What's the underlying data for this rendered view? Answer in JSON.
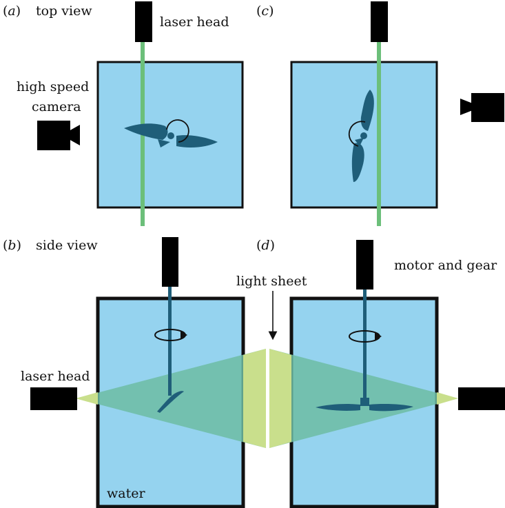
{
  "panels": {
    "a": {
      "letter": "a",
      "title": "top view"
    },
    "b": {
      "letter": "b",
      "title": "side view"
    },
    "c": {
      "letter": "c"
    },
    "d": {
      "letter": "d"
    }
  },
  "labels": {
    "laser_head_top": "laser head",
    "camera_line1": "high speed",
    "camera_line2": "camera",
    "laser_head_side": "laser head",
    "light_sheet": "light sheet",
    "motor_gear": "motor and gear",
    "water": "water"
  },
  "colors": {
    "water": "#95d3ef",
    "frame": "#111111",
    "laser_beam": "#6cbf7a",
    "light_sheet": "#c9df8c",
    "light_sheet_in_water": "#6dbca3",
    "wing": "#1f5e79",
    "device": "#000000"
  },
  "icons": [
    "laser-head-icon",
    "camera-icon",
    "motor-icon",
    "rotation-arrow-icon",
    "down-arrow-icon"
  ]
}
